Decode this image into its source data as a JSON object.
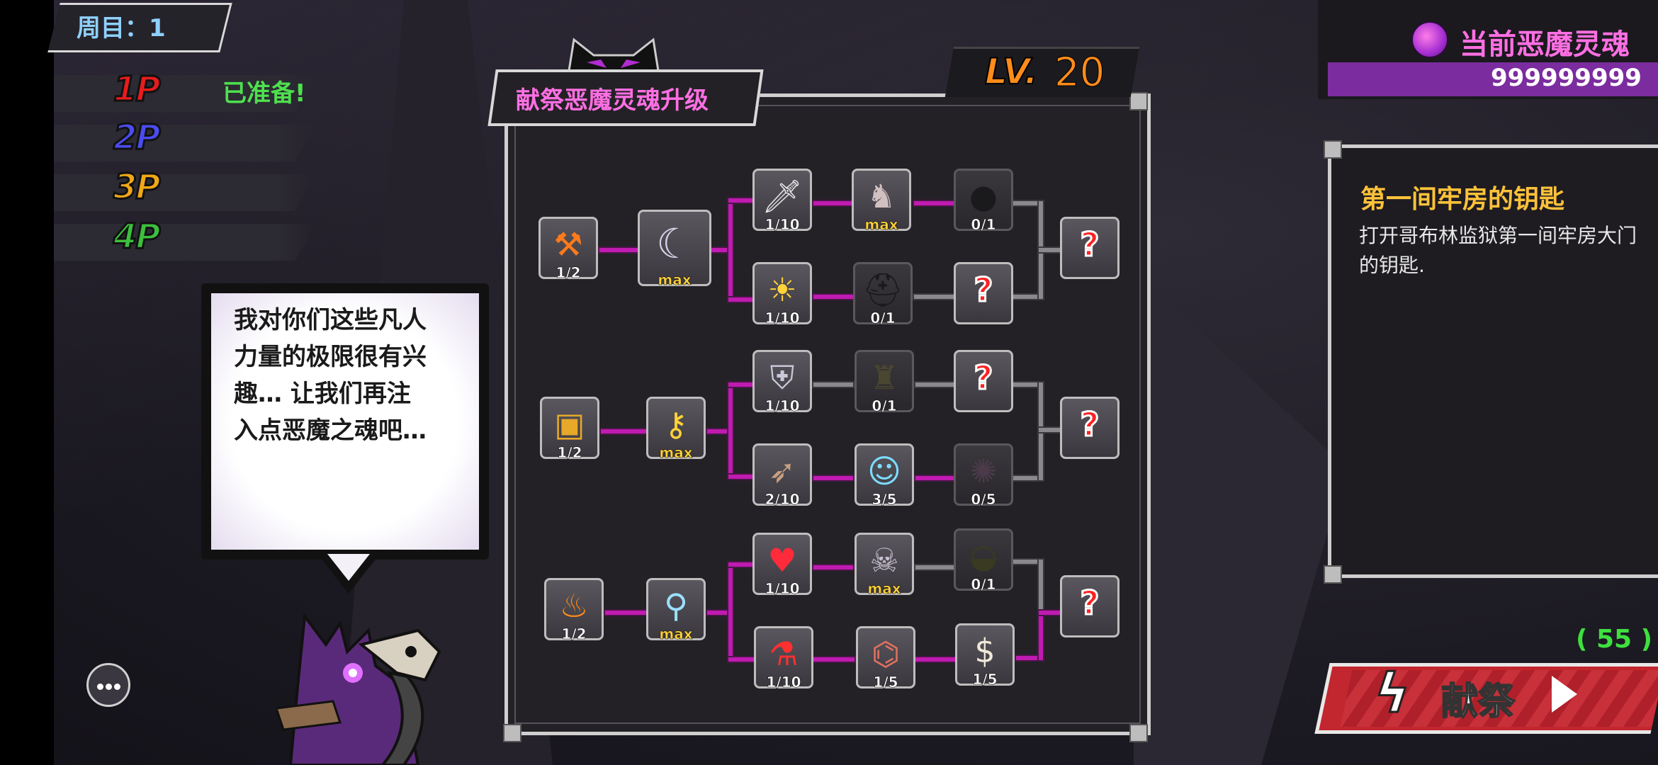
{
  "round": {
    "text": "周目：1"
  },
  "players": [
    {
      "label": "1P",
      "color": "#e81c1c",
      "status": "已准备!"
    },
    {
      "label": "2P",
      "color": "#4a4cf0",
      "status": ""
    },
    {
      "label": "3P",
      "color": "#f0a818",
      "status": ""
    },
    {
      "label": "4P",
      "color": "#3cc03c",
      "status": ""
    }
  ],
  "speech": {
    "text": "我对你们这些凡人\n力量的极限很有兴\n趣… 让我们再注\n入点恶魔之魂吧…"
  },
  "panel": {
    "title": "献祭恶魔灵魂升级",
    "level_label": "LV.",
    "level_value": "20"
  },
  "tree": {
    "branch1": {
      "root": {
        "icon": "anvil-fire-icon",
        "glyph": "⚒",
        "label": "1/2"
      },
      "mid": {
        "icon": "scythe-icon",
        "glyph": "☾",
        "label": "max"
      },
      "top": [
        {
          "icon": "sword-up-icon",
          "glyph": "🗡",
          "label": "1/10"
        },
        {
          "icon": "knight-icon",
          "glyph": "♞",
          "label": "max"
        },
        {
          "icon": "locked-bomb-icon",
          "glyph": "●",
          "label": "0/1"
        }
      ],
      "bottom": [
        {
          "icon": "sun-up-icon",
          "glyph": "☀",
          "label": "1/10"
        },
        {
          "icon": "locked-helmet-icon",
          "glyph": "⛑",
          "label": "0/1"
        },
        {
          "icon": "question-icon",
          "glyph": "?",
          "label": ""
        }
      ],
      "end": {
        "icon": "question-icon",
        "glyph": "?",
        "label": ""
      }
    },
    "branch2": {
      "root": {
        "icon": "treasure-chest-icon",
        "glyph": "▣",
        "label": "1/2"
      },
      "mid": {
        "icon": "golden-key-icon",
        "glyph": "⚷",
        "label": "max"
      },
      "top": [
        {
          "icon": "shield-up-icon",
          "glyph": "⛨",
          "label": "1/10"
        },
        {
          "icon": "locked-warrior-icon",
          "glyph": "♜",
          "label": "0/1"
        },
        {
          "icon": "question-icon",
          "glyph": "?",
          "label": ""
        }
      ],
      "bottom": [
        {
          "icon": "winged-boot-icon",
          "glyph": "➶",
          "label": "2/10"
        },
        {
          "icon": "ghost-icon",
          "glyph": "☺",
          "label": "3/5"
        },
        {
          "icon": "locked-dragon-icon",
          "glyph": "✺",
          "label": "0/5"
        }
      ],
      "end": {
        "icon": "question-icon",
        "glyph": "?",
        "label": ""
      }
    },
    "branch3": {
      "root": {
        "icon": "cauldron-icon",
        "glyph": "♨",
        "label": "1/2"
      },
      "mid": {
        "icon": "bone-wand-icon",
        "glyph": "⚲",
        "label": "max"
      },
      "top": [
        {
          "icon": "heart-up-icon",
          "glyph": "♥",
          "label": "1/10"
        },
        {
          "icon": "grim-reaper-icon",
          "glyph": "☠",
          "label": "max"
        },
        {
          "icon": "locked-bag-icon",
          "glyph": "◒",
          "label": "0/1"
        }
      ],
      "bottom": [
        {
          "icon": "red-potion-icon",
          "glyph": "⚗",
          "label": "1/10"
        },
        {
          "icon": "meat-icon",
          "glyph": "⌬",
          "label": "1/5"
        },
        {
          "icon": "money-bag-icon",
          "glyph": "$",
          "label": "1/5"
        }
      ],
      "end": {
        "icon": "question-icon",
        "glyph": "?",
        "label": ""
      }
    }
  },
  "soul": {
    "label": "当前恶魔灵魂",
    "value": "999999999"
  },
  "description": {
    "title": "第一间牢房的钥匙",
    "text": "打开哥布林监狱第一间牢房大门的钥匙."
  },
  "offer": {
    "count": "( 55 )",
    "label": "献祭"
  },
  "colors": {
    "accent_pink": "#ff6fe3",
    "gold": "#ffc23a",
    "level_orange": "#ff8c1a",
    "ready_green": "#4ee04e",
    "offer_red": "#c2262e"
  }
}
